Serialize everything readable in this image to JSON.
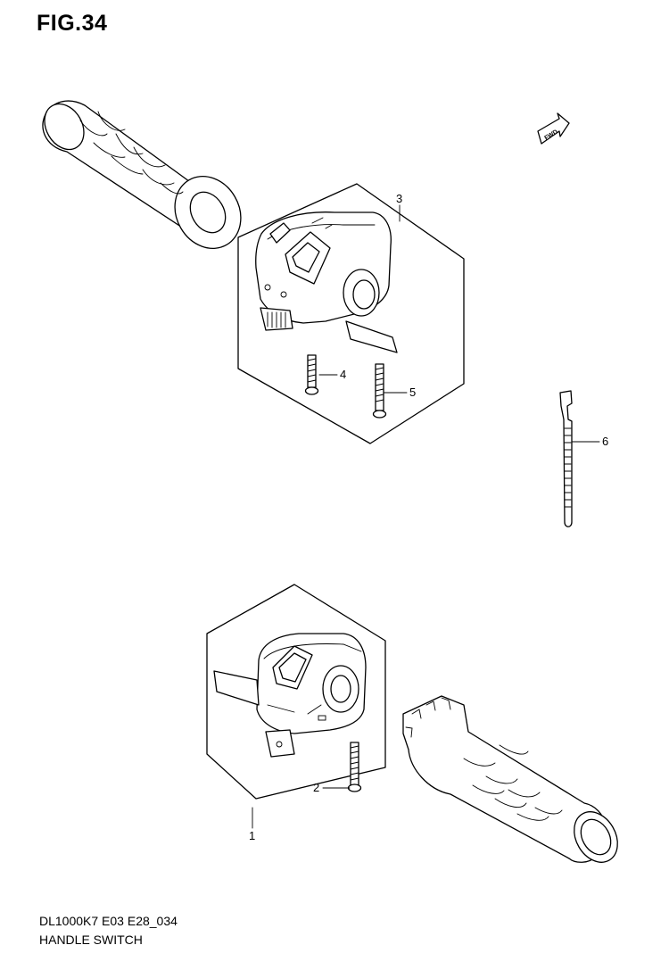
{
  "figure": {
    "title": "FIG.34"
  },
  "fwd_arrow": {
    "label": "FWD"
  },
  "callouts": [
    {
      "id": "1",
      "label": "1"
    },
    {
      "id": "2",
      "label": "2"
    },
    {
      "id": "3",
      "label": "3"
    },
    {
      "id": "4",
      "label": "4"
    },
    {
      "id": "5",
      "label": "5"
    },
    {
      "id": "6",
      "label": "6"
    }
  ],
  "footer": {
    "model_code": "DL1000K7 E03 E28_034",
    "section_name": "HANDLE SWITCH"
  }
}
